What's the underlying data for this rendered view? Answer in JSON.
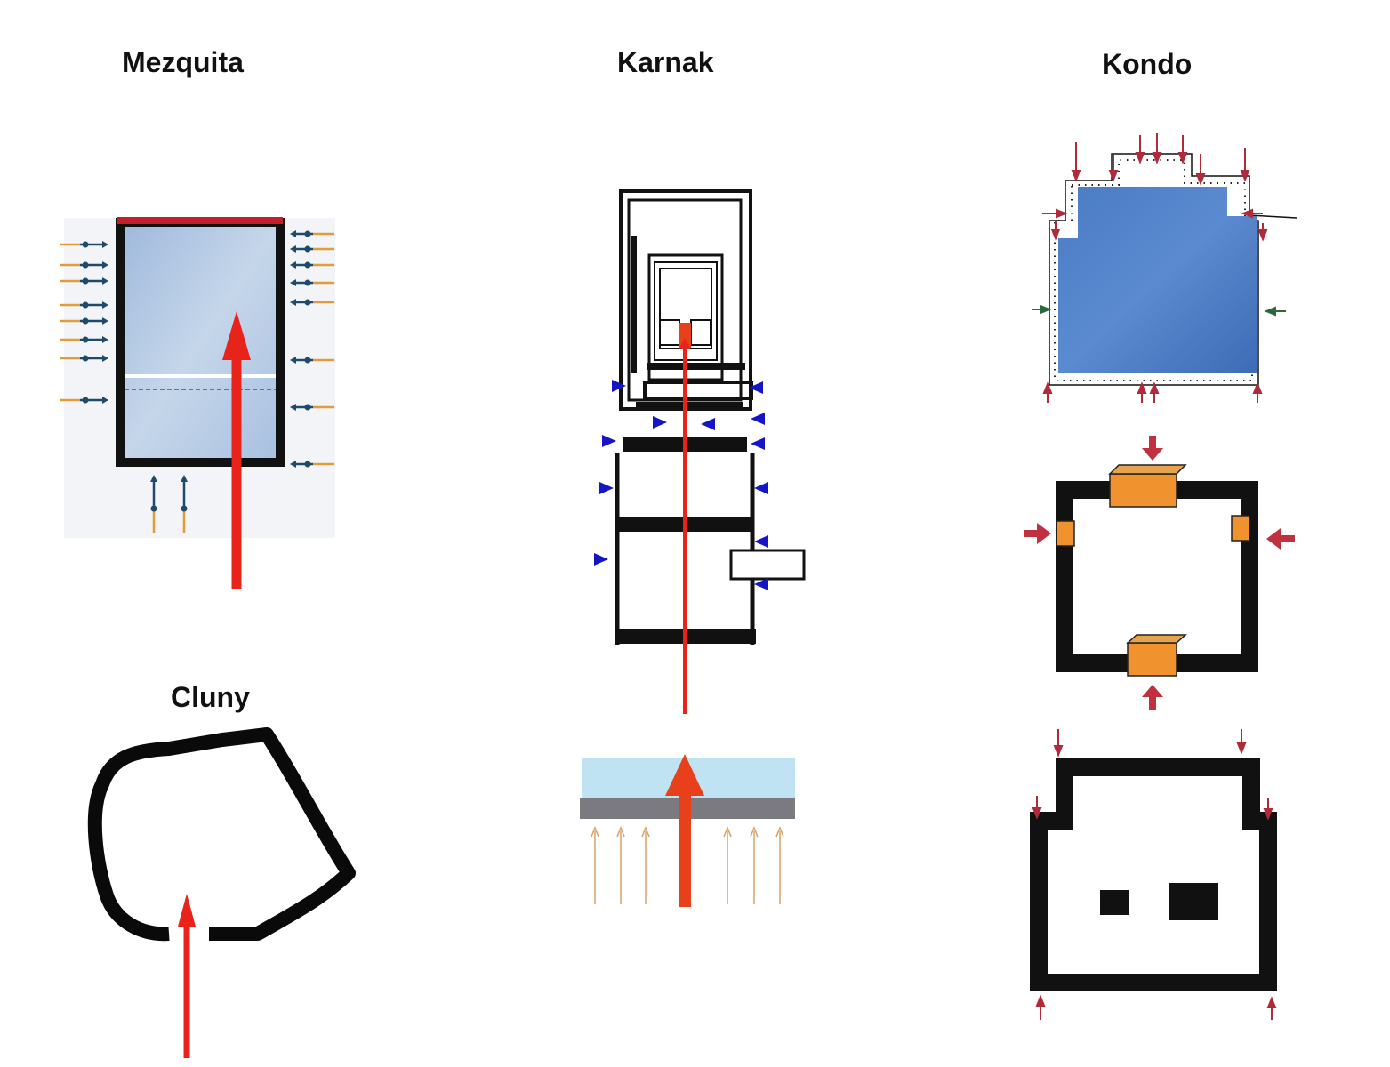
{
  "titles": {
    "mezquita": "Mezquita",
    "karnak": "Karnak",
    "kondo": "Kondo",
    "cluny": "Cluny"
  },
  "colors": {
    "wall": "#111111",
    "main_axis_arrow": "#e8231a",
    "mezquita_roof": "#c21f2a",
    "blue_fill": "#aec4e0",
    "kondo_fill": "#3f6fb8",
    "karnak_side_arrows": "#1515c8",
    "kondo_arrows": "#b02a3a",
    "kondo_gates": "#f0922e",
    "karnak_ground": "#7a7a80",
    "karnak_sky": "#bfe3f3",
    "small_orange_lines": "#e39a3a"
  },
  "icons": {
    "axis": "arrow-up-icon",
    "lateral": "arrow-right-icon"
  }
}
